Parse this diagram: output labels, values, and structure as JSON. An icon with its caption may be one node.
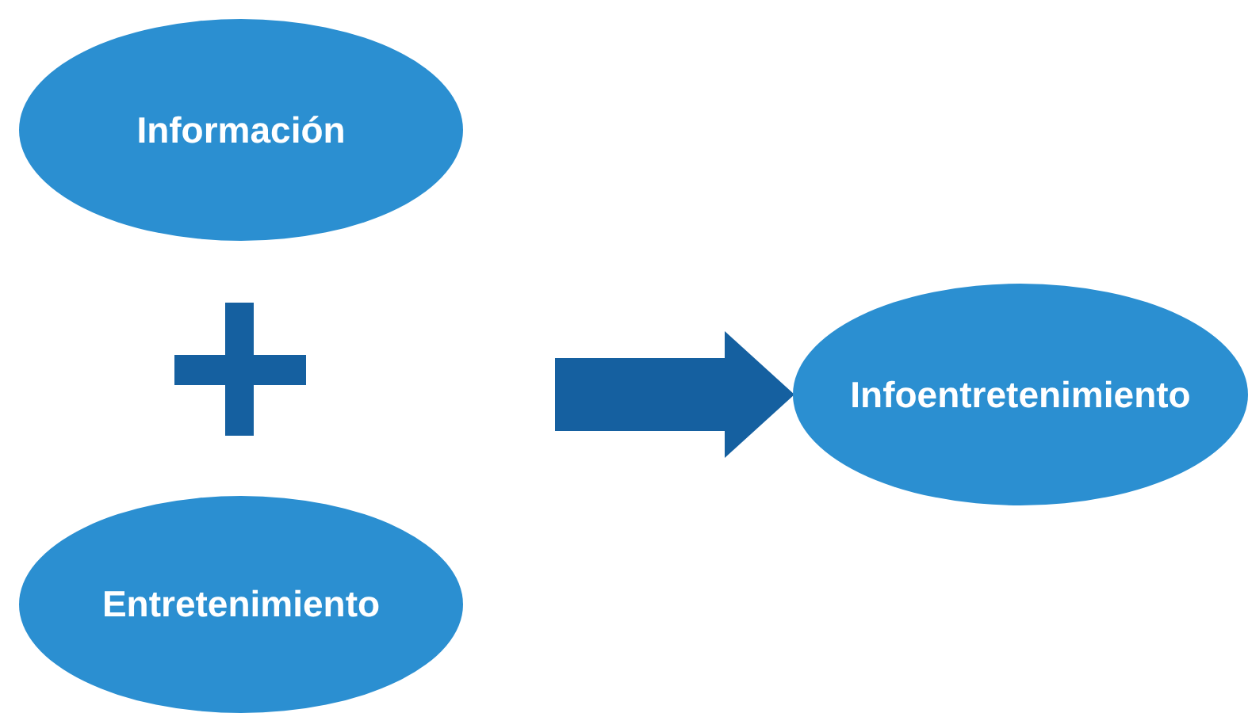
{
  "diagram": {
    "nodes": [
      {
        "text": [
          "Información"
        ]
      },
      {
        "text": [
          "Entretenimiento"
        ]
      },
      {
        "text": [
          "Infoentretenimiento"
        ]
      }
    ],
    "edges": [
      {
        "from": null,
        "to": 2,
        "arrow": "to"
      }
    ]
  }
}
